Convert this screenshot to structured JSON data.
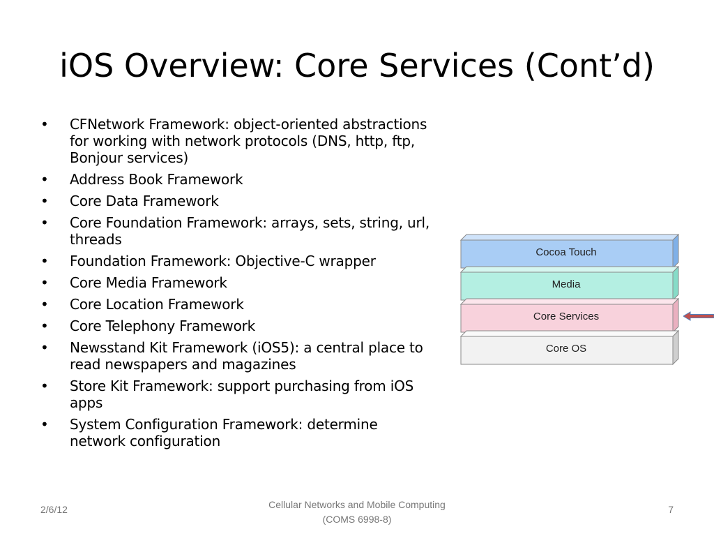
{
  "slide": {
    "title": "iOS Overview: Core Services (Cont’d)",
    "bullet_symbol": "•",
    "bullets": [
      {
        "lines": [
          "CFNetwork Framework: object-oriented abstractions",
          "for working with network protocols (DNS, http, ftp,",
          "Bonjour services)"
        ]
      },
      {
        "lines": [
          "Address Book Framework"
        ]
      },
      {
        "lines": [
          "Core Data Framework"
        ]
      },
      {
        "lines": [
          "Core Foundation Framework: arrays, sets, string, url,",
          "threads"
        ]
      },
      {
        "lines": [
          "Foundation Framework: Objective-C wrapper"
        ]
      },
      {
        "lines": [
          "Core Media Framework"
        ]
      },
      {
        "lines": [
          "Core Location Framework"
        ]
      },
      {
        "lines": [
          "Core Telephony Framework"
        ]
      },
      {
        "lines": [
          "Newsstand Kit Framework (iOS5): a central place to",
          "read newspapers and magazines"
        ]
      },
      {
        "lines": [
          "Store Kit Framework: support purchasing from iOS",
          "apps"
        ]
      },
      {
        "lines": [
          "System Configuration Framework: determine",
          "network configuration"
        ]
      }
    ]
  },
  "diagram": {
    "layers": [
      {
        "label": "Cocoa Touch",
        "front": "#a9cdf5",
        "side": "#7fb0e8",
        "top": "#cfe3fa"
      },
      {
        "label": "Media",
        "front": "#b4efe2",
        "side": "#86dcc8",
        "top": "#d6f7f0"
      },
      {
        "label": "Core Services",
        "front": "#f8d2dc",
        "side": "#eab0c0",
        "top": "#fce6ec",
        "highlighted": true
      },
      {
        "label": "Core OS",
        "front": "#f2f2f2",
        "side": "#cfcfcf",
        "top": "#fafafa"
      }
    ],
    "arrow_color": "#c0504d",
    "arrow_outline": "#4f81bd"
  },
  "footer": {
    "date": "2/6/12",
    "center_line1": "Cellular Networks and Mobile Computing",
    "center_line2": "(COMS 6998-8)",
    "page_number": "7"
  }
}
